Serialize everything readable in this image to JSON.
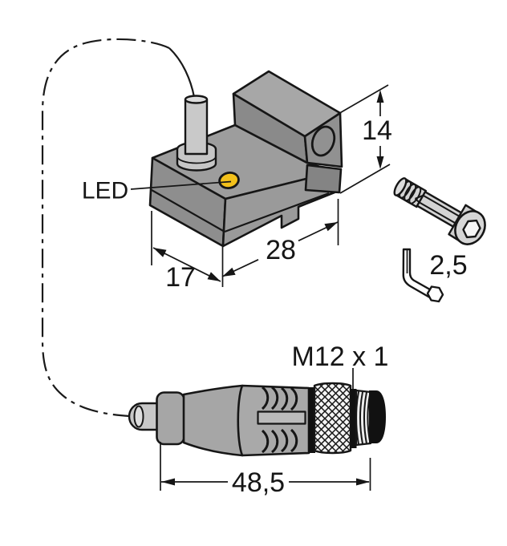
{
  "drawing": {
    "labels": {
      "led": "LED",
      "connector_thread": "M12 x 1"
    },
    "dimensions": {
      "height": "14",
      "length": "28",
      "width": "17",
      "hex_key": "2,5",
      "connector_length": "48,5"
    },
    "colors": {
      "background": "#ffffff",
      "outline": "#161616",
      "body_gray": "#9a9a9a",
      "light_gray": "#c8c8c8",
      "led_yellow": "#f3c11b",
      "accessory_gray": "#d3d3d3"
    }
  }
}
